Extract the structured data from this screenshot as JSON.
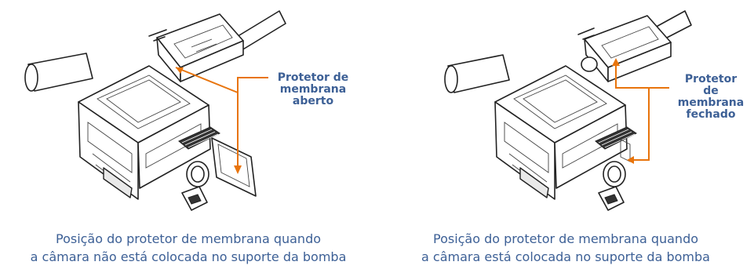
{
  "panels": [
    {
      "callout": [
        "Protetor de",
        "membrana",
        "aberto"
      ],
      "caption": [
        "Posição do protetor de membrana quando",
        "a câmara não está colocada no suporte da bomba"
      ]
    },
    {
      "callout": [
        "Protetor de",
        "membrana",
        "fechado"
      ],
      "caption": [
        "Posição do protetor de membrana quando",
        "a câmara está colocada no suporte da bomba"
      ]
    }
  ],
  "colors": {
    "accent": "#3d6096",
    "arrow": "#e8740c",
    "line_art": "#222222"
  },
  "icons": [
    "drip-chamber-holder-illustration",
    "membrane-protector-illustration"
  ]
}
